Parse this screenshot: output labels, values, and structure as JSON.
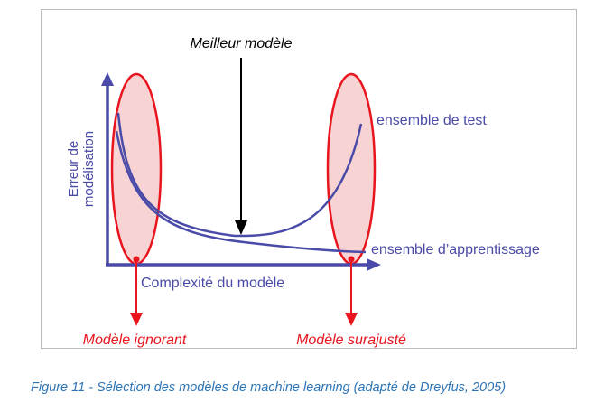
{
  "diagram": {
    "best_model_label": "Meilleur modèle",
    "y_axis_label_line1": "Erreur de",
    "y_axis_label_line2": "modélisation",
    "x_axis_label": "Complexité du modèle",
    "test_curve_label": "ensemble de test",
    "train_curve_label": "ensemble d’apprentissage",
    "underfit_label": "Modèle ignorant",
    "overfit_label": "Modèle surajusté"
  },
  "caption": "Figure 11 - Sélection des modèles de machine learning (adapté de Dreyfus, 2005)",
  "colors": {
    "curve": "#4a4aa8",
    "highlight_stroke": "#e8141e",
    "highlight_fill": "#f7d3d3",
    "arrow": "#000000",
    "caption": "#2e74b5",
    "warning_text": "#e8141e"
  }
}
